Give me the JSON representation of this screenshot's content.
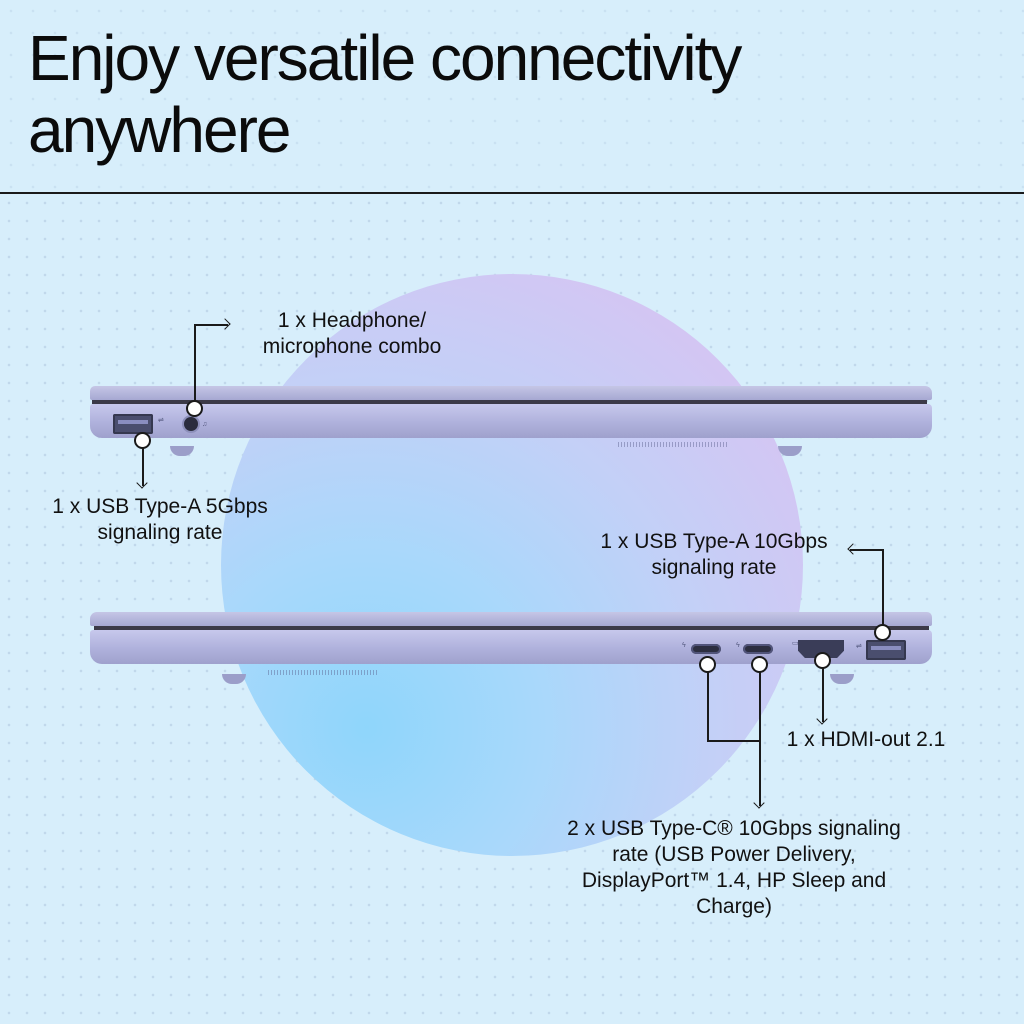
{
  "header": {
    "title": "Enjoy versatile connectivity anywhere"
  },
  "callouts": {
    "headphone": {
      "line1": "1 x Headphone/",
      "line2": "microphone combo"
    },
    "usb_a_5": {
      "line1": "1 x USB Type-A 5Gbps",
      "line2": "signaling rate"
    },
    "usb_a_10": {
      "line1": "1 x USB Type-A 10Gbps",
      "line2": "signaling rate"
    },
    "hdmi": {
      "line1": "1 x HDMI-out 2.1"
    },
    "usb_c": {
      "line1": "2 x USB Type-C® 10Gbps signaling",
      "line2": "rate (USB Power Delivery,",
      "line3": "DisplayPort™ 1.4, HP Sleep and",
      "line4": "Charge)"
    }
  },
  "colors": {
    "background": "#d7eefb",
    "laptop_body": "#b5b7e0",
    "orb_light": "#8fd6fb",
    "orb_dark": "#d9c4ef",
    "text": "#111111"
  },
  "icons": {
    "usb_port": "usb-a-port-icon",
    "usb_c_port": "usb-c-port-icon",
    "hdmi_port": "hdmi-port-icon",
    "audio_jack": "audio-jack-icon"
  }
}
